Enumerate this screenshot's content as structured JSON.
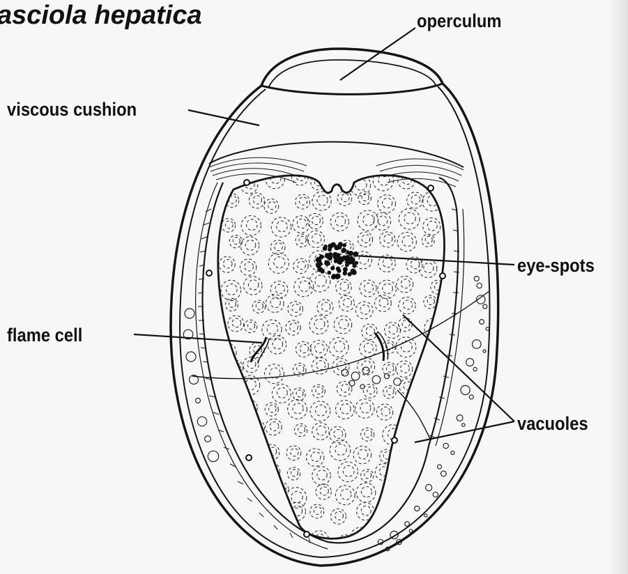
{
  "figure": {
    "title": "asciola hepatica",
    "labels": {
      "operculum": "operculum",
      "viscous_cushion": "viscous cushion",
      "eye_spots": "eye-spots",
      "flame_cell": "flame cell",
      "vacuoles": "vacuoles"
    }
  },
  "colors": {
    "background": "#f7f7f5",
    "ink": "#111111"
  }
}
